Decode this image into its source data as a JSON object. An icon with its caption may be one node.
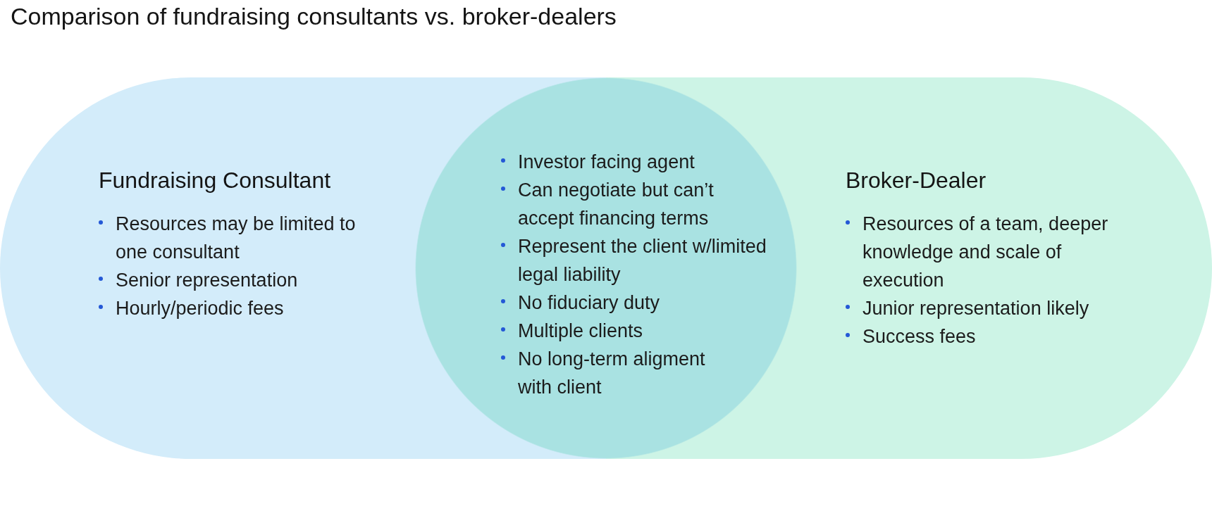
{
  "diagram": {
    "title": "Comparison of fundraising consultants vs. broker-dealers",
    "nodes": [
      {
        "text": [
          "Fundraising Consultant",
          "Resources may be limited to one consultant",
          "Senior representation",
          "Hourly/periodic fees"
        ]
      },
      {
        "text": [
          "Investor facing agent",
          "Can negotiate but can’t accept financing terms",
          "Represent the client w/limited legal liability",
          "No fiduciary duty",
          "Multiple clients",
          "No long-term aligment with client"
        ]
      },
      {
        "text": [
          "Broker-Dealer",
          "Resources of a team, deeper knowledge and scale of execution",
          "Junior representation likely",
          "Success fees"
        ]
      }
    ]
  }
}
